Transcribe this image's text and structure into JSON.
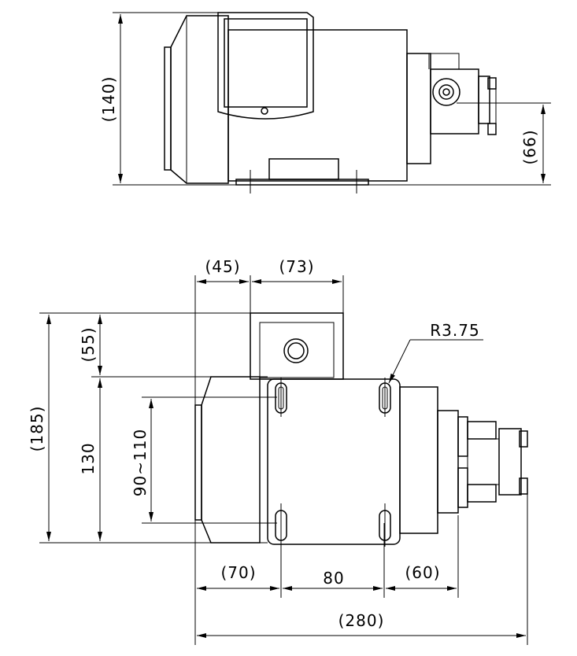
{
  "top_view": {
    "height_label": "(140)",
    "shaft_height_label": "(66)"
  },
  "plan_view": {
    "dim_45": "(45)",
    "dim_73": "(73)",
    "dim_55": "(55)",
    "dim_185": "(185)",
    "dim_130": "130",
    "dim_slot_range": "90~110",
    "radius_label": "R3.75",
    "dim_70": "(70)",
    "dim_80": "80",
    "dim_60": "(60)",
    "dim_280": "(280)"
  }
}
